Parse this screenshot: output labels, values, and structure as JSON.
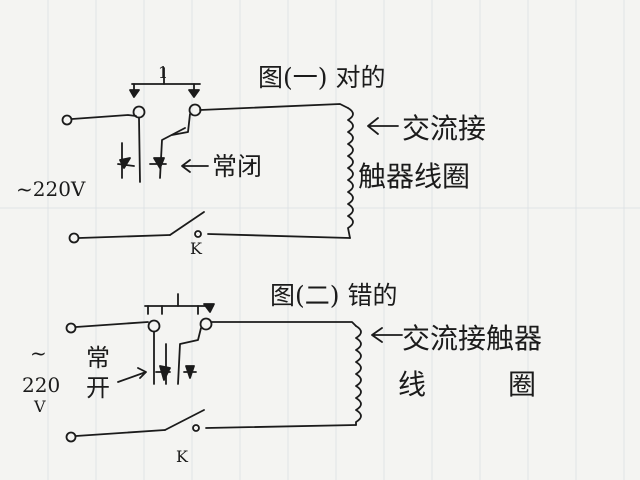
{
  "diagram1": {
    "title": "图(一) 对的",
    "supply_label": "~220V",
    "nc_label": "常闭",
    "coil_label_line1": "交流接",
    "coil_label_line2": "触器线圈",
    "switch_label": "K",
    "pushbutton_label": "1"
  },
  "diagram2": {
    "title": "图(二) 错的",
    "supply_label_tilde": "~",
    "supply_label_num": "220",
    "supply_label_unit": "V",
    "no_label_line1": "常",
    "no_label_line2": "开",
    "coil_label_line1": "交流接触器",
    "coil_label_line2a": "线",
    "coil_label_line2b": "圈",
    "switch_label": "K"
  },
  "colors": {
    "paper": "#f4f4f2",
    "grid": "#dfe3e6",
    "ink": "#1b1b1b"
  }
}
